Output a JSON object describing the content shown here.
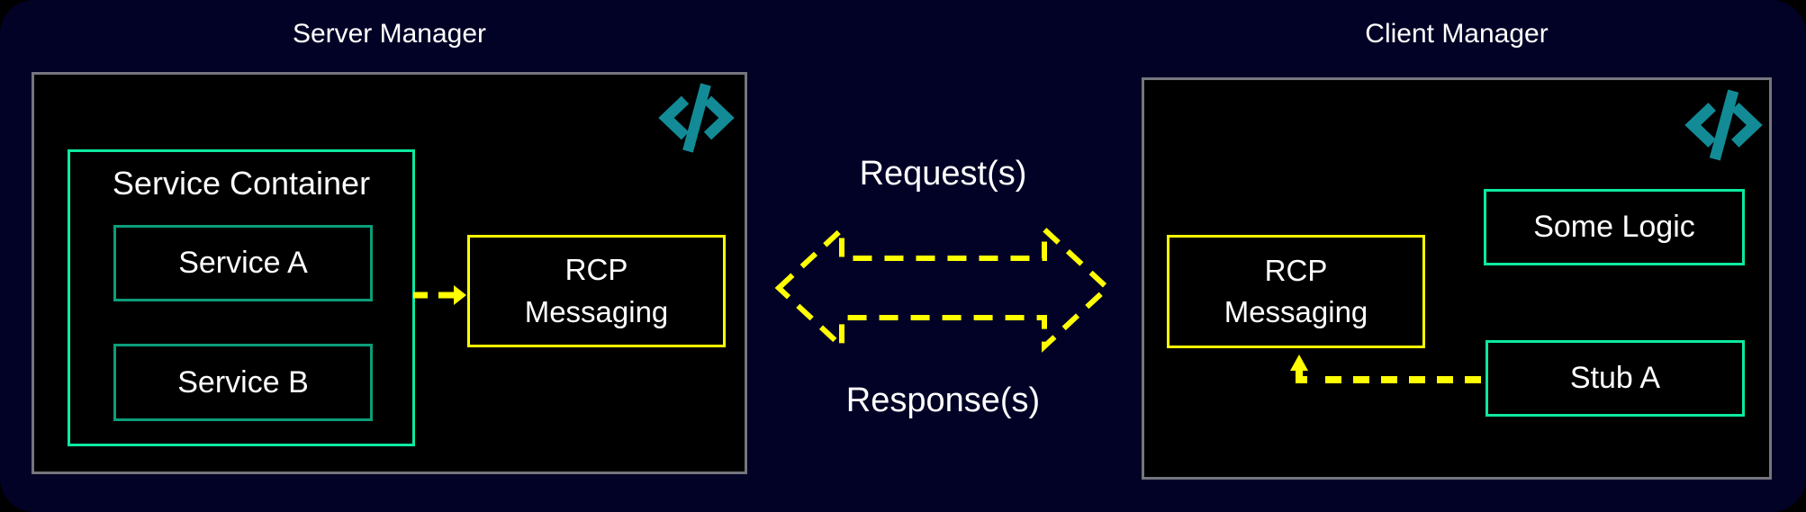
{
  "server_manager": {
    "title": "Server Manager",
    "icon": "code-icon",
    "service_container": {
      "label": "Service Container",
      "services": [
        {
          "label": "Service A"
        },
        {
          "label": "Service B"
        }
      ]
    },
    "rcp_messaging": "RCP\nMessaging"
  },
  "client_manager": {
    "title": "Client Manager",
    "icon": "code-icon",
    "rcp_messaging": "RCP\nMessaging",
    "some_logic": {
      "label": "Some Logic"
    },
    "stub_a": {
      "label": "Stub A"
    }
  },
  "channel": {
    "request_label": "Request(s)",
    "response_label": "Response(s)"
  },
  "colors": {
    "background": "#020126",
    "panel_fill": "#000000",
    "panel_border": "#75757f",
    "container_border": "#0ce9a1",
    "service_border": "#0b9e7a",
    "rcp_border": "#ffff00",
    "arrow": "#ffff00",
    "icon": "#128b96",
    "text": "#ffffff"
  }
}
